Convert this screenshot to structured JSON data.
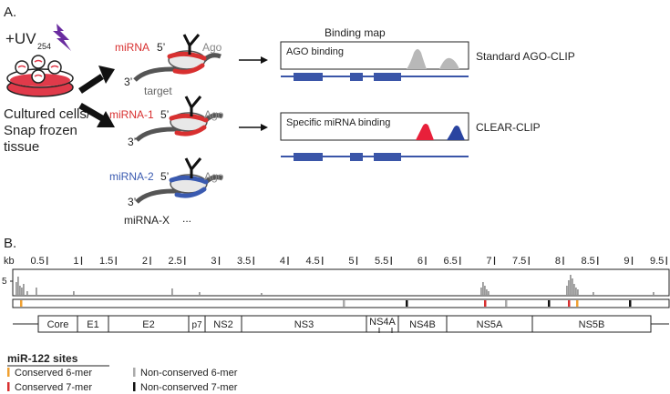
{
  "panel_a": {
    "label": "A.",
    "uv_text": "+UV",
    "uv_sub": "254",
    "cells_caption": [
      "Cultured cells/",
      "Snap frozen",
      "tissue"
    ],
    "standard": {
      "mirna_label": "miRNA",
      "five_prime": "5’",
      "three_prime": "3’",
      "ago_label": "Ago",
      "target_label": "target",
      "map_title": "Binding map",
      "box_label": "AGO binding",
      "method": "Standard AGO-CLIP"
    },
    "clear": {
      "mirna1_label": "miRNA-1",
      "mirna2_label": "miRNA-2",
      "mirnax_label": "miRNA-X",
      "ellipsis": "...",
      "five_prime": "5’",
      "three_prime": "3’",
      "ago_label": "Ago",
      "box_label": "Specific miRNA binding",
      "method": "CLEAR-CLIP"
    }
  },
  "panel_b": {
    "label": "B.",
    "kb_label": "kb",
    "kb_ticks": [
      "0.5",
      "1",
      "1.5",
      "2",
      "2.5",
      "3",
      "3.5",
      "4",
      "4.5",
      "5",
      "5.5",
      "6",
      "6.5",
      "7",
      "7.5",
      "8",
      "8.5",
      "9",
      "9.5"
    ],
    "y_tick": "5",
    "genes": [
      "Core",
      "E1",
      "E2",
      "p7",
      "NS2",
      "NS3",
      "NS4A",
      "NS4B",
      "NS5A",
      "NS5B"
    ],
    "legend_title": "miR-122 sites",
    "legend": [
      {
        "label": "Conserved 6-mer",
        "color": "#f0a030"
      },
      {
        "label": "Conserved 7-mer",
        "color": "#d83030"
      },
      {
        "label": "Non-conserved 6-mer",
        "color": "#aaaaaa"
      },
      {
        "label": "Non-conserved 7-mer",
        "color": "#111111"
      }
    ]
  },
  "colors": {
    "mirna_red": "#d83030",
    "mirna_blue": "#3a5ab0",
    "gene_blue": "#3a55a8",
    "peak_grey": "#b8b8b8",
    "dish_red": "#e03a4a",
    "uv_purple": "#6a2ca0"
  }
}
